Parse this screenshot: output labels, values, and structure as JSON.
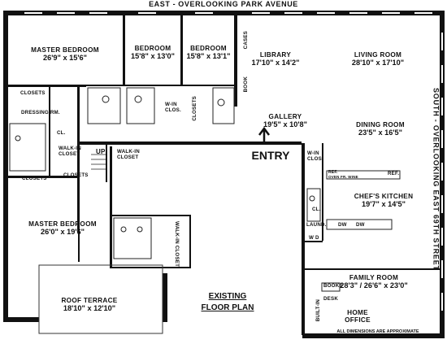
{
  "street_north": "East - Overlooking Park Avenue",
  "street_east": "South - Overlooking East 69th Street",
  "entry": "ENTRY",
  "title_line1": "EXISTING",
  "title_line2": "FLOOR PLAN",
  "footnote": "ALL DIMENSIONS ARE APPROXIMATE",
  "rooms": {
    "master_bedroom_1": {
      "name": "Master Bedroom",
      "dims": "26'9\" x 15'6\""
    },
    "bedroom_1": {
      "name": "Bedroom",
      "dims": "15'8\" x 13'0\""
    },
    "bedroom_2": {
      "name": "Bedroom",
      "dims": "15'8\" x 13'1\""
    },
    "library": {
      "name": "Library",
      "dims": "17'10\" x 14'2\""
    },
    "living_room": {
      "name": "Living Room",
      "dims": "28'10\" x 17'10\""
    },
    "gallery": {
      "name": "Gallery",
      "dims": "19'5\" x 10'8\""
    },
    "dining_room": {
      "name": "Dining Room",
      "dims": "23'5\" x 16'5\""
    },
    "chefs_kitchen": {
      "name": "Chef's Kitchen",
      "dims": "19'7\" x 14'5\""
    },
    "master_bedroom_2": {
      "name": "Master Bedroom",
      "dims": "26'0\" x 19'6\""
    },
    "roof_terrace": {
      "name": "Roof Terrace",
      "dims": "18'10\" x 12'10\""
    },
    "family_room": {
      "name": "Family Room",
      "dims": "28'3\" / 26'6\" x 23'0\""
    },
    "home_office": {
      "name": "Home Office"
    }
  },
  "small_labels": {
    "closets_1": "Closets",
    "dressing_rm": "Dressing Rm.",
    "cl_1": "CL.",
    "walk_in_closet_1": "Walk-In Closet",
    "up": "UP",
    "walk_in_closet_2": "Walk-In Closet",
    "closets_2": "Closets",
    "closets_3": "Closets",
    "w_in_clos_1": "W-In Clos.",
    "closets_4": "Closets",
    "cases": "Cases",
    "book": "Book",
    "w_in_clos_2": "W-In Clos.",
    "cl_2": "CL.",
    "laund": "Laund.",
    "w": "W",
    "d": "D",
    "ref": "REF.",
    "ref_box": "Ref.",
    "oven": "Oven Fr. Wine",
    "dw_1": "DW",
    "dw_2": "DW",
    "walk_in_closet_3": "Walk-In Closet",
    "books": "Books",
    "desk": "Desk",
    "built_in": "Built-In"
  }
}
